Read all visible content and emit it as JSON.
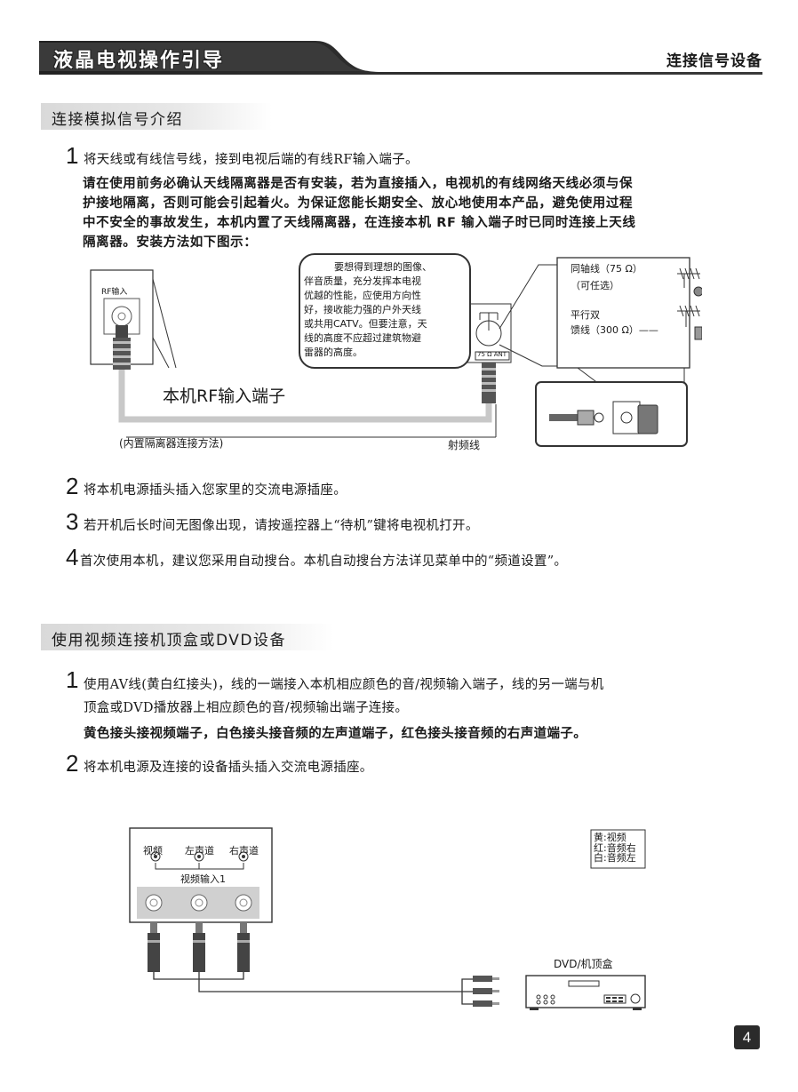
{
  "header": {
    "title": "液晶电视操作引导",
    "right": "连接信号设备"
  },
  "section1": {
    "title": "连接模拟信号介绍",
    "step1": {
      "num": "1",
      "text": "将天线或有线信号线，接到电视后端的有线RF输入端子。"
    },
    "para": [
      "请在使用前务必确认天线隔离器是否有安装，若为直接插入，电视机的有线网络天线必须与保",
      "护接地隔离，否则可能会引起着火。为保证您能长期安全、放心地使用本产品，避免使用过程",
      "中不安全的事故发生，本机内置了天线隔离器，在连接本机 RF 输入端子时已同时连接上天线",
      "隔离器。安装方法如下图示："
    ],
    "diagram": {
      "rf_label": "RF输入",
      "terminal_label": "本机RF输入端子",
      "builtin_label": "(内置隔离器连接方法)",
      "cable_label": "射频线",
      "ant_label": "75 Ω ANT",
      "tip": [
        "要想得到理想的图像、",
        "伴音质量，充分发挥本电视",
        "优越的性能，应使用方向性",
        "好，接收能力强的户外天线",
        "或共用CATV。但要注意，天",
        "线的高度不应超过建筑物避",
        "雷器的高度。"
      ],
      "coax_label": "同轴线（75 Ω）",
      "coax_optional": "（可任选）",
      "parallel_label1": "平行双",
      "parallel_label2": "馈线（300 Ω）——"
    },
    "step2": {
      "num": "2",
      "text": "将本机电源插头插入您家里的交流电源插座。"
    },
    "step3": {
      "num": "3",
      "text": "若开机后长时间无图像出现，请按遥控器上“待机”键将电视机打开。"
    },
    "step4": {
      "num": "4",
      "text": "首次使用本机，建议您采用自动搜台。本机自动搜台方法详见菜单中的“频道设置”。"
    }
  },
  "section2": {
    "title": "使用视频连接机顶盒或DVD设备",
    "step1": {
      "num": "1",
      "text1": "使用AV线(黄白红接头)，线的一端接入本机相应颜色的音/视频输入端子，线的另一端与机",
      "text2": "顶盒或DVD播放器上相应颜色的音/视频输出端子连接。"
    },
    "bold": "黄色接头接视频端子，白色接头接音频的左声道端子，红色接头接音频的右声道端子。",
    "step2": {
      "num": "2",
      "text": "将本机电源及连接的设备插头插入交流电源插座。"
    },
    "diagram": {
      "jacks": [
        "视频",
        "左声道",
        "右声道"
      ],
      "input_label": "视频输入1",
      "device_label": "DVD/机顶盒",
      "legend": [
        "黄:视频",
        "红:音频右",
        "白:音频左"
      ]
    }
  },
  "page_number": "4"
}
